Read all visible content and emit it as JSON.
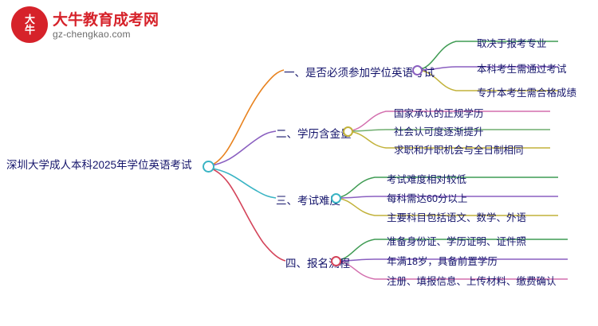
{
  "logo": {
    "badge_text": "大牛",
    "title": "大牛教育成考网",
    "subtitle": "gz-chengkao.com",
    "brand_color": "#d6222a"
  },
  "mindmap": {
    "root": "深圳大学成人本科2025年学位英语考试",
    "branches": [
      {
        "label": "一、是否必须参加学位英语考试",
        "color": "#e8821e",
        "leaves": [
          {
            "text": "取决于报考专业",
            "color": "#3f9b53"
          },
          {
            "text": "本科考生需通过考试",
            "color": "#8a5fc0"
          },
          {
            "text": "专升本考生需合格成绩",
            "color": "#c2b23a"
          }
        ]
      },
      {
        "label": "二、学历含金量",
        "color": "#8a5fc0",
        "leaves": [
          {
            "text": "国家承认的正规学历",
            "color": "#d36fae"
          },
          {
            "text": "社会认可度逐渐提升",
            "color": "#6fae6f"
          },
          {
            "text": "求职和升职机会与全日制相同",
            "color": "#c2b23a"
          }
        ]
      },
      {
        "label": "三、考试难度",
        "color": "#39b4c4",
        "leaves": [
          {
            "text": "考试难度相对较低",
            "color": "#3f9b53"
          },
          {
            "text": "每科需达60分以上",
            "color": "#8a5fc0"
          },
          {
            "text": "主要科目包括语文、数学、外语",
            "color": "#c2b23a"
          }
        ]
      },
      {
        "label": "四、报名流程",
        "color": "#d4445a",
        "leaves": [
          {
            "text": "准备身份证、学历证明、证件照",
            "color": "#3f9b53"
          },
          {
            "text": "年满18岁，具备前置学历",
            "color": "#8a5fc0"
          },
          {
            "text": "注册、填报信息、上传材料、缴费确认",
            "color": "#d36fae"
          }
        ]
      }
    ]
  }
}
